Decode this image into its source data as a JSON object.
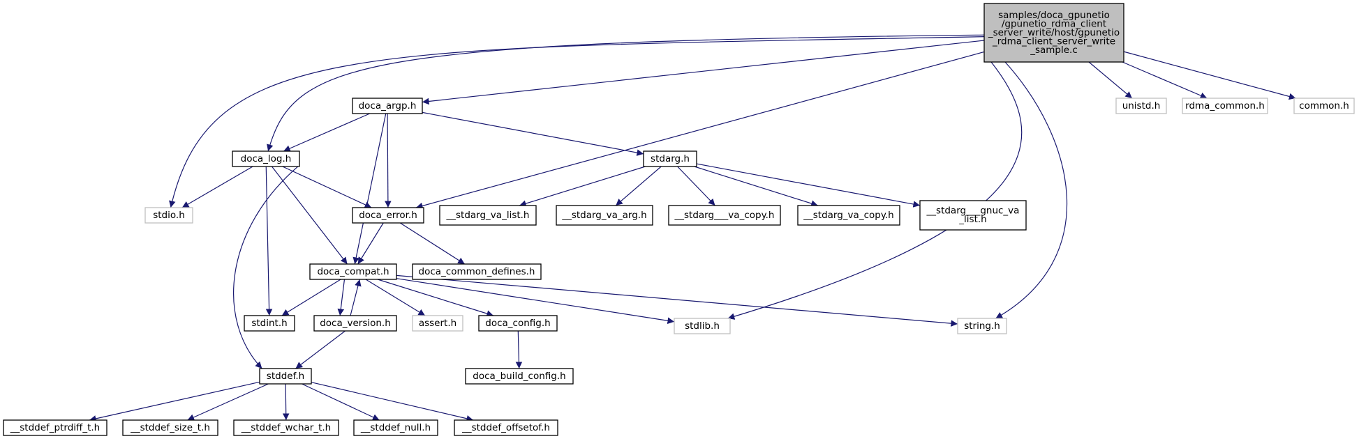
{
  "colors": {
    "edge": "#191970",
    "root_fill": "#bfbfbf",
    "node_border": "#000000",
    "external_border": "#bfbfbf",
    "text": "#000000"
  },
  "nodes": [
    {
      "id": "root",
      "label": "samples/doca_gpunetio\n/gpunetio_rdma_client\n_server_write/host/gpunetio\n_rdma_client_server_write\n_sample.c",
      "style": "root"
    },
    {
      "id": "doca_argp",
      "label": "doca_argp.h",
      "style": "normal"
    },
    {
      "id": "unistd",
      "label": "unistd.h",
      "style": "external"
    },
    {
      "id": "rdma_common",
      "label": "rdma_common.h",
      "style": "external"
    },
    {
      "id": "common",
      "label": "common.h",
      "style": "external"
    },
    {
      "id": "doca_log",
      "label": "doca_log.h",
      "style": "normal"
    },
    {
      "id": "stdarg",
      "label": "stdarg.h",
      "style": "normal"
    },
    {
      "id": "stdio",
      "label": "stdio.h",
      "style": "external"
    },
    {
      "id": "doca_error",
      "label": "doca_error.h",
      "style": "normal"
    },
    {
      "id": "stdarg_va_list",
      "label": "__stdarg_va_list.h",
      "style": "normal"
    },
    {
      "id": "stdarg_va_arg",
      "label": "__stdarg_va_arg.h",
      "style": "normal"
    },
    {
      "id": "stdarg___va_copy",
      "label": "__stdarg___va_copy.h",
      "style": "normal"
    },
    {
      "id": "stdarg_va_copy",
      "label": "__stdarg_va_copy.h",
      "style": "normal"
    },
    {
      "id": "stdarg_gnuc",
      "label": "__stdarg___gnuc_va\n_list.h",
      "style": "normal"
    },
    {
      "id": "doca_compat",
      "label": "doca_compat.h",
      "style": "normal"
    },
    {
      "id": "doca_common_defines",
      "label": "doca_common_defines.h",
      "style": "normal"
    },
    {
      "id": "stdint",
      "label": "stdint.h",
      "style": "normal"
    },
    {
      "id": "doca_version",
      "label": "doca_version.h",
      "style": "normal"
    },
    {
      "id": "assert",
      "label": "assert.h",
      "style": "external"
    },
    {
      "id": "doca_config",
      "label": "doca_config.h",
      "style": "normal"
    },
    {
      "id": "stdlib",
      "label": "stdlib.h",
      "style": "external"
    },
    {
      "id": "string",
      "label": "string.h",
      "style": "external"
    },
    {
      "id": "stddef",
      "label": "stddef.h",
      "style": "normal"
    },
    {
      "id": "doca_build_config",
      "label": "doca_build_config.h",
      "style": "normal"
    },
    {
      "id": "stddef_ptrdiff",
      "label": "__stddef_ptrdiff_t.h",
      "style": "normal"
    },
    {
      "id": "stddef_size",
      "label": "__stddef_size_t.h",
      "style": "normal"
    },
    {
      "id": "stddef_wchar",
      "label": "__stddef_wchar_t.h",
      "style": "normal"
    },
    {
      "id": "stddef_null",
      "label": "__stddef_null.h",
      "style": "normal"
    },
    {
      "id": "stddef_offsetof",
      "label": "__stddef_offsetof.h",
      "style": "normal"
    }
  ],
  "edges": [
    [
      "root",
      "doca_argp"
    ],
    [
      "root",
      "unistd"
    ],
    [
      "root",
      "rdma_common"
    ],
    [
      "root",
      "common"
    ],
    [
      "root",
      "doca_log"
    ],
    [
      "root",
      "stdio"
    ],
    [
      "root",
      "doca_error"
    ],
    [
      "root",
      "stdlib"
    ],
    [
      "root",
      "string"
    ],
    [
      "doca_argp",
      "doca_log"
    ],
    [
      "doca_argp",
      "stdarg"
    ],
    [
      "doca_argp",
      "doca_error"
    ],
    [
      "doca_argp",
      "doca_compat"
    ],
    [
      "doca_log",
      "stdio"
    ],
    [
      "doca_log",
      "doca_error"
    ],
    [
      "doca_log",
      "doca_compat"
    ],
    [
      "doca_log",
      "stdint"
    ],
    [
      "doca_log",
      "stddef"
    ],
    [
      "stdarg",
      "stdarg_va_list"
    ],
    [
      "stdarg",
      "stdarg_va_arg"
    ],
    [
      "stdarg",
      "stdarg___va_copy"
    ],
    [
      "stdarg",
      "stdarg_va_copy"
    ],
    [
      "stdarg",
      "stdarg_gnuc"
    ],
    [
      "doca_error",
      "doca_compat"
    ],
    [
      "doca_error",
      "doca_common_defines"
    ],
    [
      "doca_compat",
      "stdint"
    ],
    [
      "doca_compat",
      "doca_version"
    ],
    [
      "doca_compat",
      "assert"
    ],
    [
      "doca_compat",
      "doca_config"
    ],
    [
      "doca_compat",
      "stdlib"
    ],
    [
      "doca_compat",
      "string"
    ],
    [
      "doca_version",
      "doca_compat"
    ],
    [
      "doca_version",
      "stddef"
    ],
    [
      "doca_config",
      "doca_build_config"
    ],
    [
      "stddef",
      "stddef_ptrdiff"
    ],
    [
      "stddef",
      "stddef_size"
    ],
    [
      "stddef",
      "stddef_wchar"
    ],
    [
      "stddef",
      "stddef_null"
    ],
    [
      "stddef",
      "stddef_offsetof"
    ]
  ]
}
